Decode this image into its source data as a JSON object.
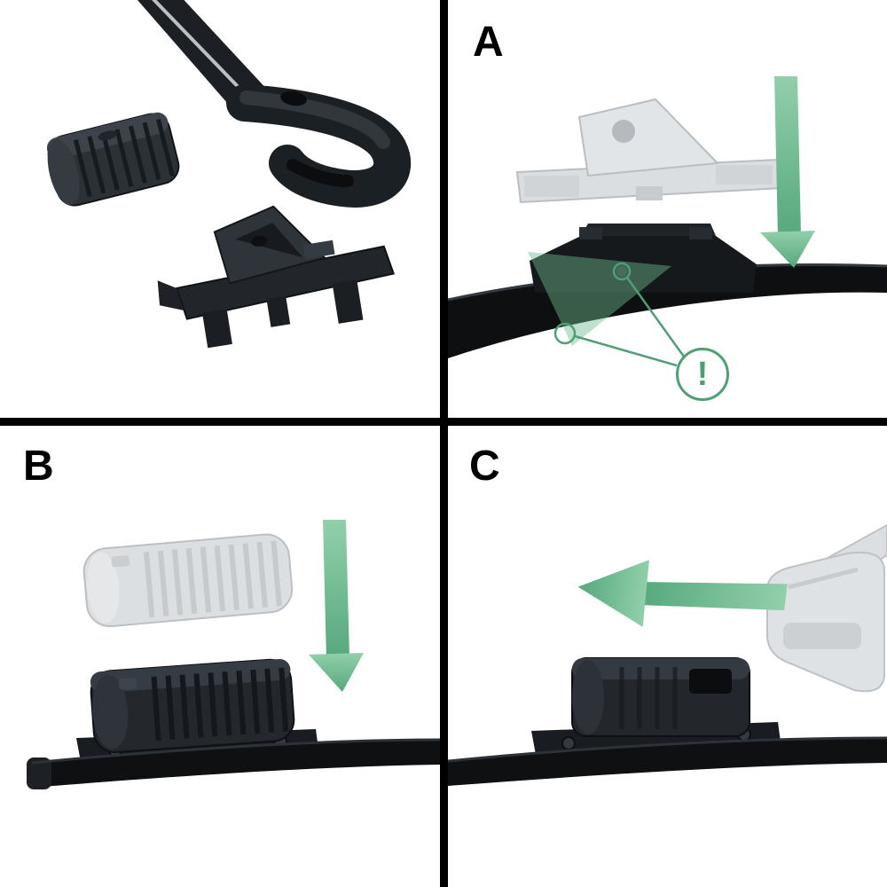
{
  "figure": {
    "kind": "instructional-diagram",
    "subject": "wiper blade adapter installation steps"
  },
  "panels": [
    {
      "id": "parts-overview",
      "label": "",
      "shows": "hook wiper arm, adapter and cap parts"
    },
    {
      "id": "step-a",
      "label": "A",
      "shows": "adapter lowered onto blade mount"
    },
    {
      "id": "step-b",
      "label": "B",
      "shows": "cap pressed down onto adapter"
    },
    {
      "id": "step-c",
      "label": "C",
      "shows": "wiper arm slid onto adapter"
    }
  ],
  "annotations": {
    "alert_mark": "!"
  },
  "colors": {
    "accent_green": "#6fbb8e",
    "accent_green_light": "#92cfab",
    "accent_green_dark": "#56a87c",
    "callout_green": "#4f9e74",
    "part_black": "#101214",
    "ghost_gray": "#d7dadd",
    "divider": "#000000",
    "background": "#ffffff"
  }
}
